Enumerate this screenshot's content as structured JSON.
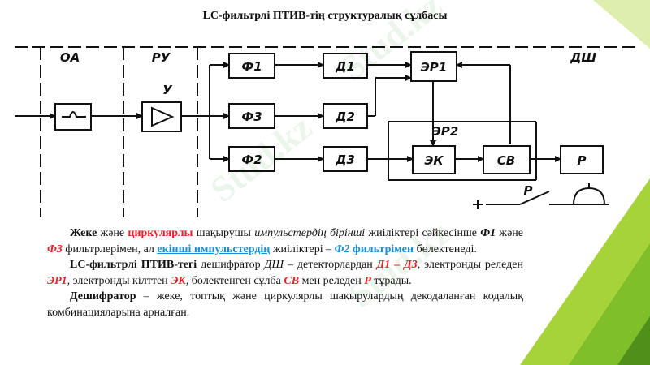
{
  "title": "LC-фильтрлі ПТИВ-тің структуралық сұлбасы",
  "watermark": "Stud.kz",
  "diagram": {
    "section_labels": {
      "oa": "ОА",
      "ru": "РУ",
      "dsh": "ДШ"
    },
    "amp_label": "У",
    "blocks": {
      "f1": "Ф1",
      "f3": "Ф3",
      "f2": "Ф2",
      "d1": "Д1",
      "d2": "Д2",
      "d3": "Д3",
      "er1": "ЭР1",
      "ek": "ЭК",
      "sv": "СВ",
      "r": "Р"
    },
    "labels": {
      "er2": "ЭР2",
      "r_contact": "Р",
      "plus": "+"
    }
  },
  "body": {
    "p1": {
      "t1": "Жеке",
      "t2": " және ",
      "t3": "циркулярлы",
      "t4": " шақырушы ",
      "t5": "импульстердің бірінші",
      "t6": " жиіліктері сәйкесінше ",
      "t7": "Ф1",
      "t8": " және ",
      "t9": "Ф3",
      "t10": " фильтрлерімен, ал ",
      "t11": "екінші импульстердің",
      "t12": " жиіліктері – ",
      "t13": "Ф2",
      "t14": " фильтрімен",
      "t15": " бөлектенеді."
    },
    "p2": {
      "t1": "LC-фильтрлі ПТИВ-тегі",
      "t2": " дешифратор ",
      "t3": "ДШ",
      "t4": " – детекторлардан ",
      "t5": "Д1 – Д3",
      "t6": ", электронды реледен ",
      "t7": "ЭР1",
      "t8": ", электронды кілттен ",
      "t9": "ЭК",
      "t10": ", бөлектенген сұлба ",
      "t11": "СВ",
      "t12": " мен реледен ",
      "t13": "Р",
      "t14": " тұрады."
    },
    "p3": {
      "t1": "Дешифратор",
      "t2": " – жеке, топтық және циркулярлы шақырулардың декодаланған кодалық комбинацияларына арналған."
    }
  },
  "colors": {
    "accent_red": "#e8202a",
    "accent_blue": "#1a8fd8",
    "green_light": "#a6d23a",
    "green_dark": "#5e9e1e"
  }
}
